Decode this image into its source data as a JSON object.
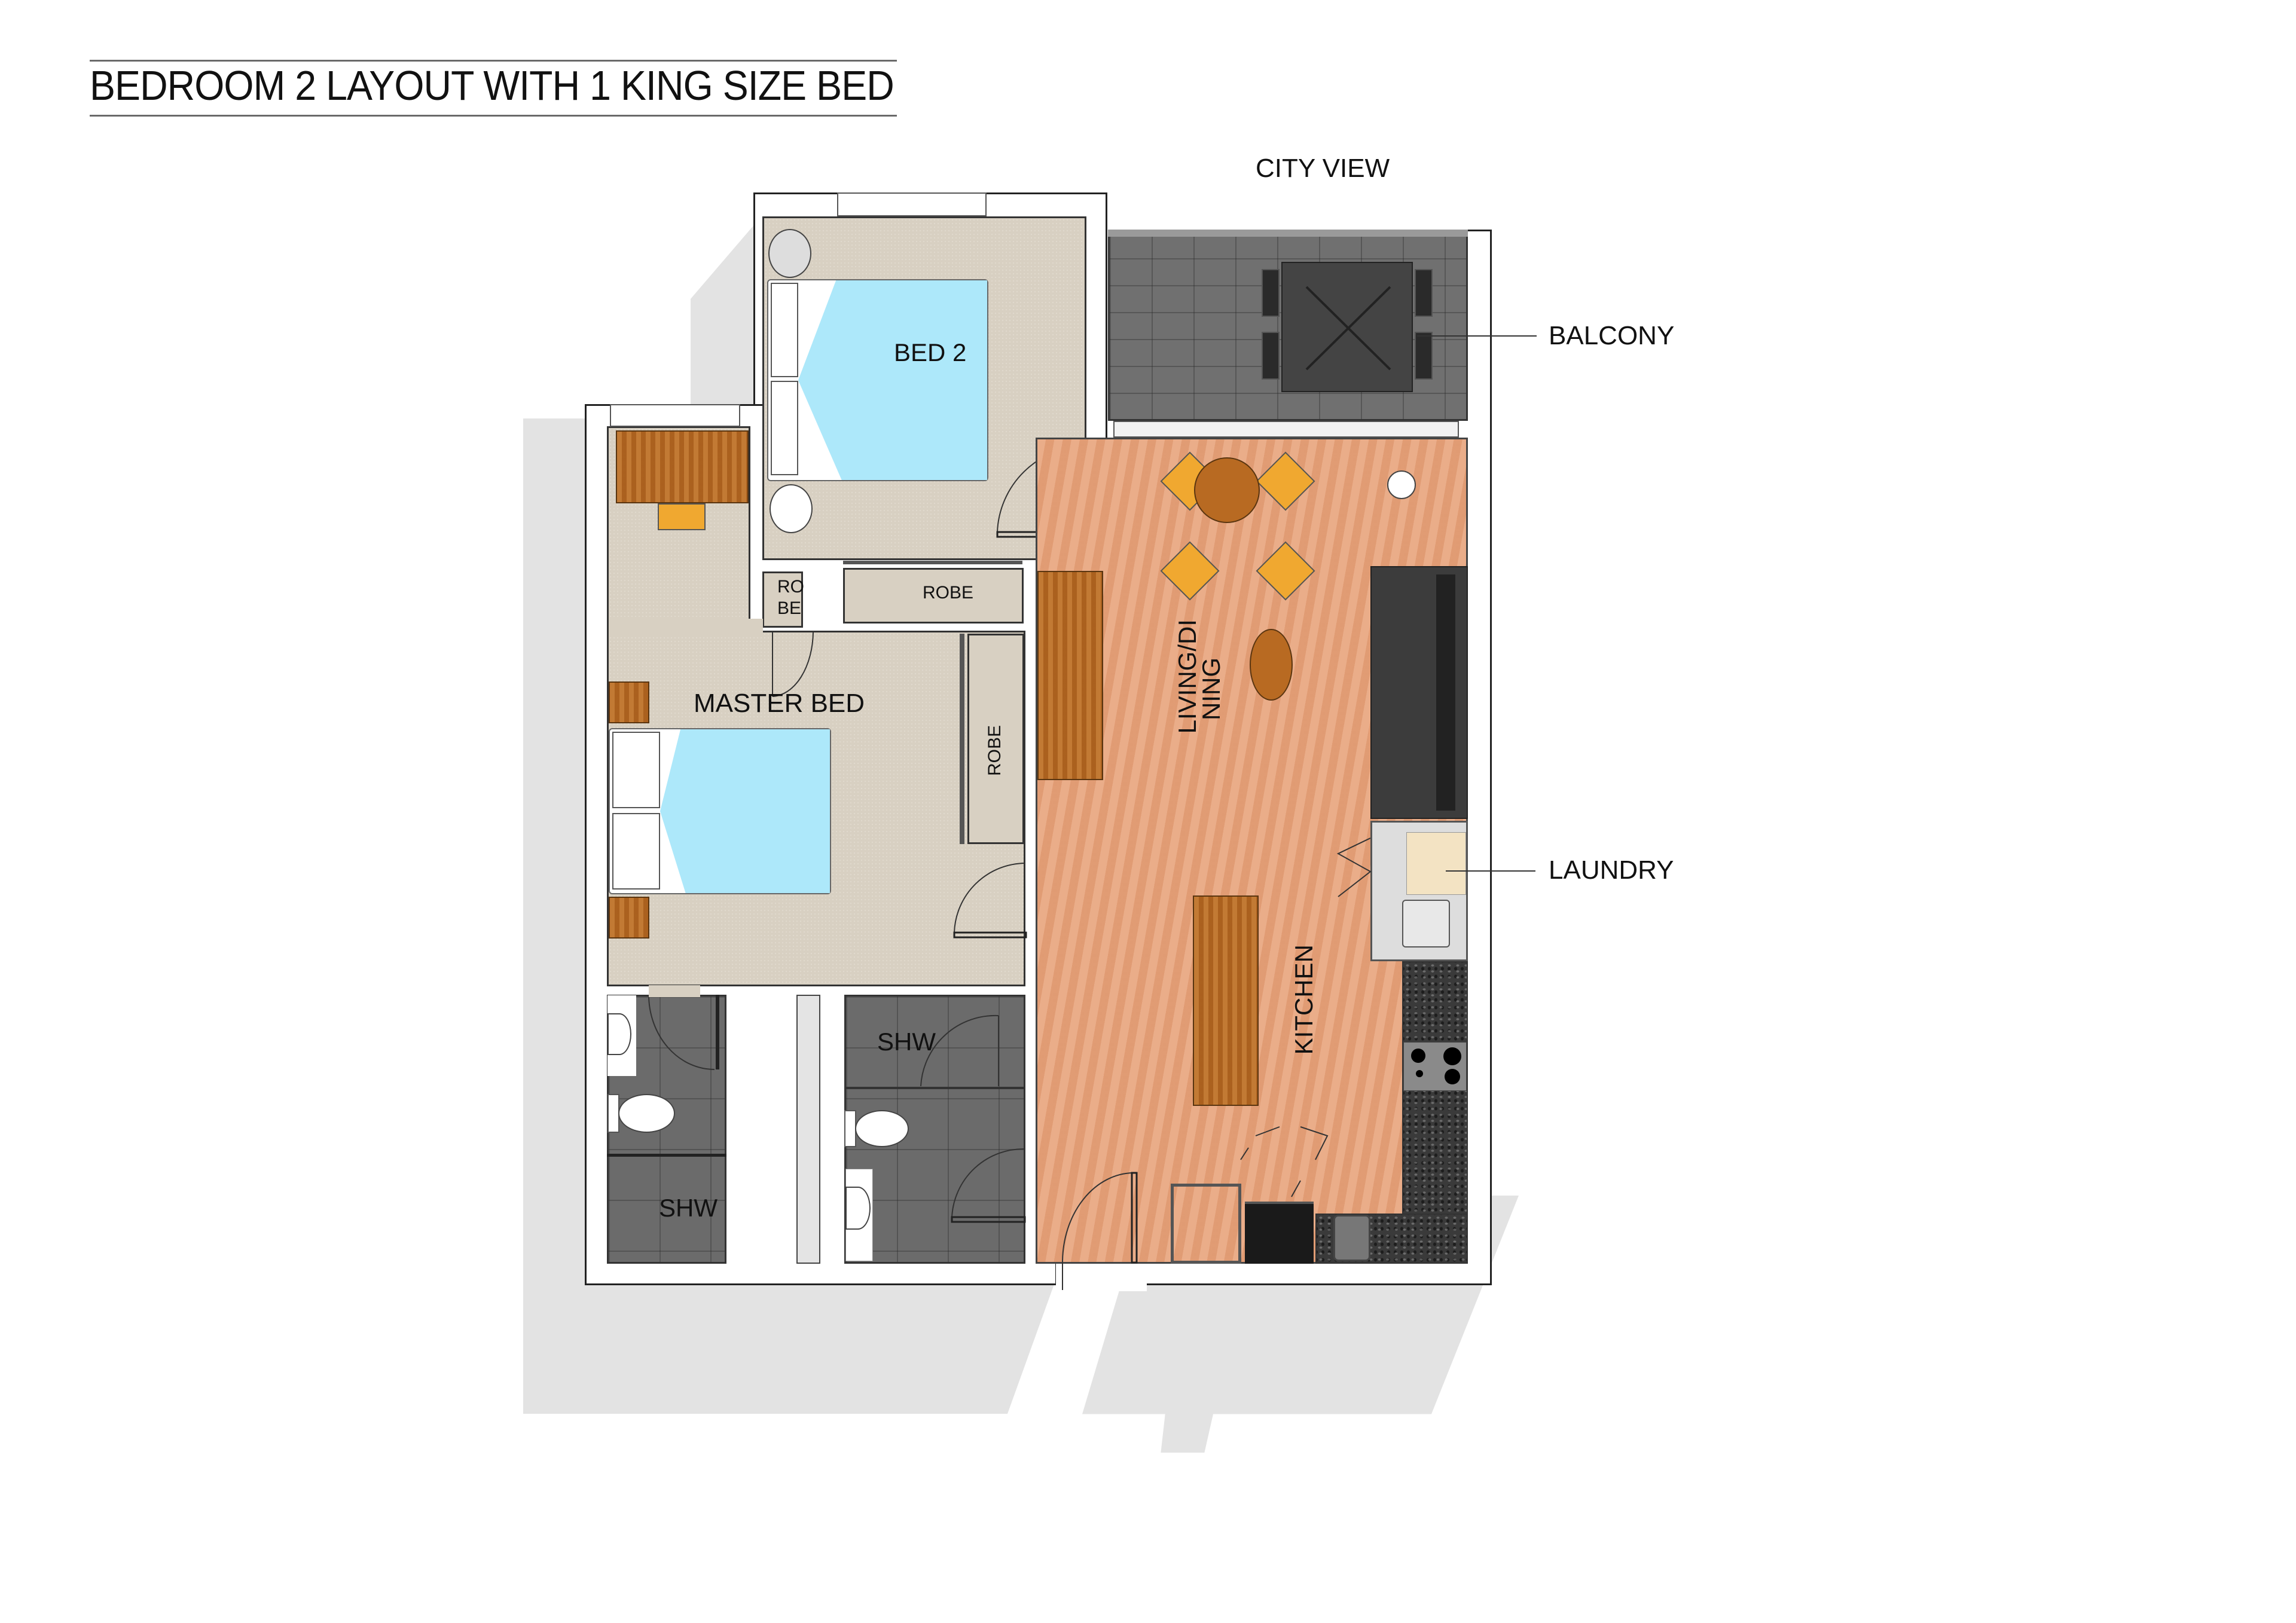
{
  "title": "BEDROOM 2 LAYOUT WITH 1 KING SIZE BED",
  "orientation_label": "CITY VIEW",
  "rooms": {
    "bed2": "BED 2",
    "master": "MASTER BED",
    "robe_small_line1": "RO",
    "robe_small_line2": "BE",
    "robe_bed2": "ROBE",
    "robe_master": "ROBE",
    "living_line1": "LIVING/DI",
    "living_line2": "NING",
    "kitchen": "KITCHEN",
    "shw_1": "SHW",
    "shw_2": "SHW"
  },
  "callouts": {
    "balcony": "BALCONY",
    "laundry": "LAUNDRY"
  },
  "colors": {
    "carpet": "#d8d0c2",
    "timber_floor": "#e8a47c",
    "bed_sheet": "#ade8fa",
    "tile": "#6b6b6b",
    "balcony_tile": "#707070",
    "wood_furniture": "#b86a22",
    "chair": "#f0a830",
    "sofa": "#3c3c3c",
    "shadow": "#e3e3e3"
  }
}
